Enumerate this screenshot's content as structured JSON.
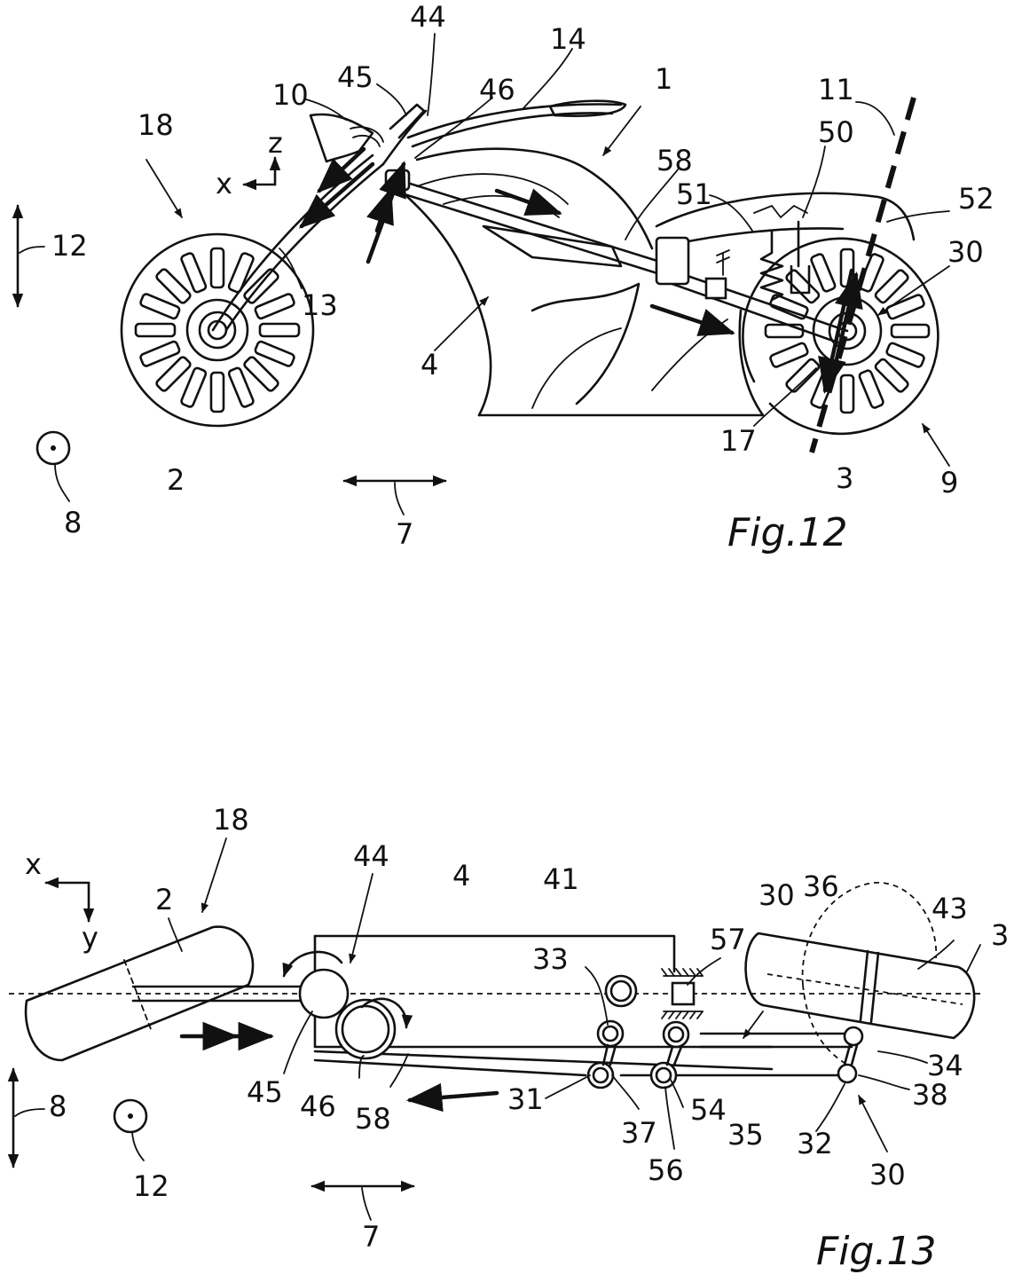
{
  "fig12": {
    "caption": "Fig.12",
    "labels": {
      "l44": "44",
      "l14": "14",
      "l1": "1",
      "l45": "45",
      "l46": "46",
      "l10": "10",
      "l11": "11",
      "l18": "18",
      "l50": "50",
      "l58": "58",
      "l51": "51",
      "l52": "52",
      "l12": "12",
      "l30": "30",
      "l13": "13",
      "l4": "4",
      "l17": "17",
      "l2": "2",
      "l3": "3",
      "l9": "9",
      "l8": "8",
      "l7": "7"
    },
    "axes": {
      "x": "x",
      "z": "z"
    }
  },
  "fig13": {
    "caption": "Fig.13",
    "labels": {
      "l18": "18",
      "l44": "44",
      "l2": "2",
      "l4": "4",
      "l41": "41",
      "l30a": "30",
      "l36": "36",
      "l43": "43",
      "l3": "3",
      "l33": "33",
      "l57": "57",
      "l45": "45",
      "l46": "46",
      "l58": "58",
      "l31": "31",
      "l34": "34",
      "l37": "37",
      "l54": "54",
      "l35": "35",
      "l38": "38",
      "l56": "56",
      "l32": "32",
      "l30b": "30",
      "l8": "8",
      "l12": "12",
      "l7": "7"
    },
    "axes": {
      "x": "x",
      "y": "y"
    }
  }
}
